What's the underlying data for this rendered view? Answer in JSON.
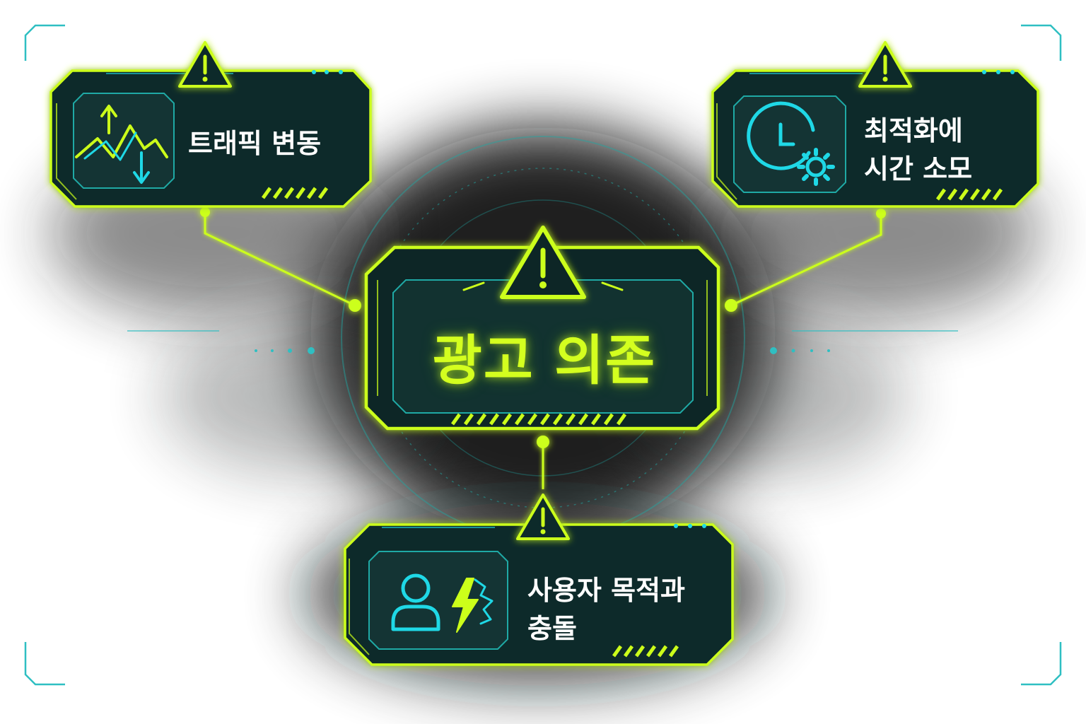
{
  "main": {
    "label": "광고 의존"
  },
  "nodes": {
    "traffic": {
      "label": "트래픽 변동"
    },
    "time": {
      "lines": [
        "최적화에",
        "시간 소모"
      ]
    },
    "conflict": {
      "lines": [
        "사용자 목적과",
        "충돌"
      ]
    }
  },
  "colors": {
    "neon": "#ccff1a",
    "cyan": "#1fd8e6",
    "panel": "#0f2a2a",
    "panel_inner": "#143434",
    "smoke": "#0c1212"
  }
}
